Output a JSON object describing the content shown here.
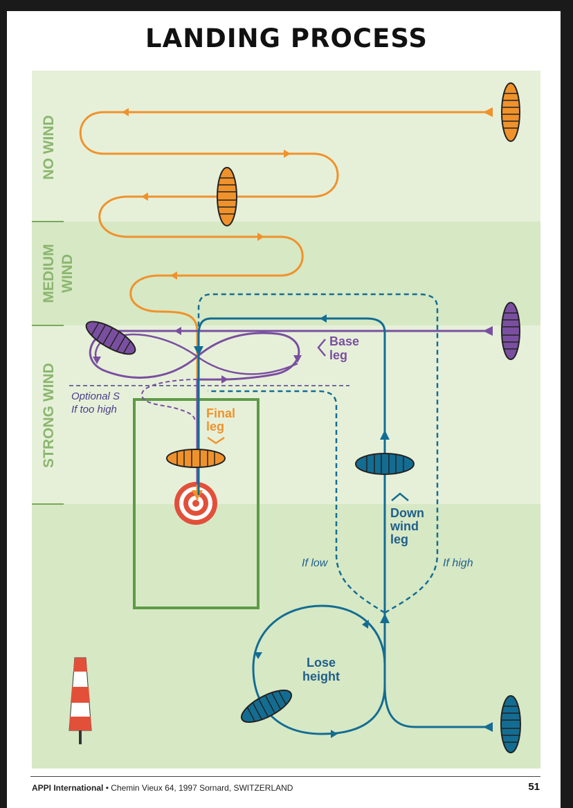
{
  "title": "LANDING PROCESS",
  "zones": {
    "no_wind": "NO WIND",
    "medium_wind_line1": "MEDIUM",
    "medium_wind_line2": "WIND",
    "strong_wind": "STRONG WIND"
  },
  "labels": {
    "base_leg_line1": "Base",
    "base_leg_line2": "leg",
    "optional_line1": "Optional S",
    "optional_line2": "If too high",
    "final_leg_line1": "Final",
    "final_leg_line2": "leg",
    "down_wind_line1": "Down",
    "down_wind_line2": "wind",
    "down_wind_line3": "leg",
    "if_low": "If low",
    "if_high": "If high",
    "lose_height_line1": "Lose",
    "lose_height_line2": "height"
  },
  "footer": {
    "org": "APPI International",
    "address": "Chemin Vieux 64, 1997 Sornard, SWITZERLAND",
    "page_number": "51"
  },
  "colors": {
    "zone_no_wind": "#e6f0d9",
    "zone_medium_wind": "#d7e8c5",
    "zone_strong_wind": "#e6f0d9",
    "zone_bottom": "#d7e8c5",
    "zone_text": "#8bb66f",
    "orange_path": "#f0922b",
    "purple_path": "#7a4fa0",
    "blue_path": "#136d92",
    "landing_box": "#5e9a47",
    "target_red": "#e2503a",
    "label_blue": "#1f5f8b",
    "label_purple": "#5b3d8a"
  }
}
